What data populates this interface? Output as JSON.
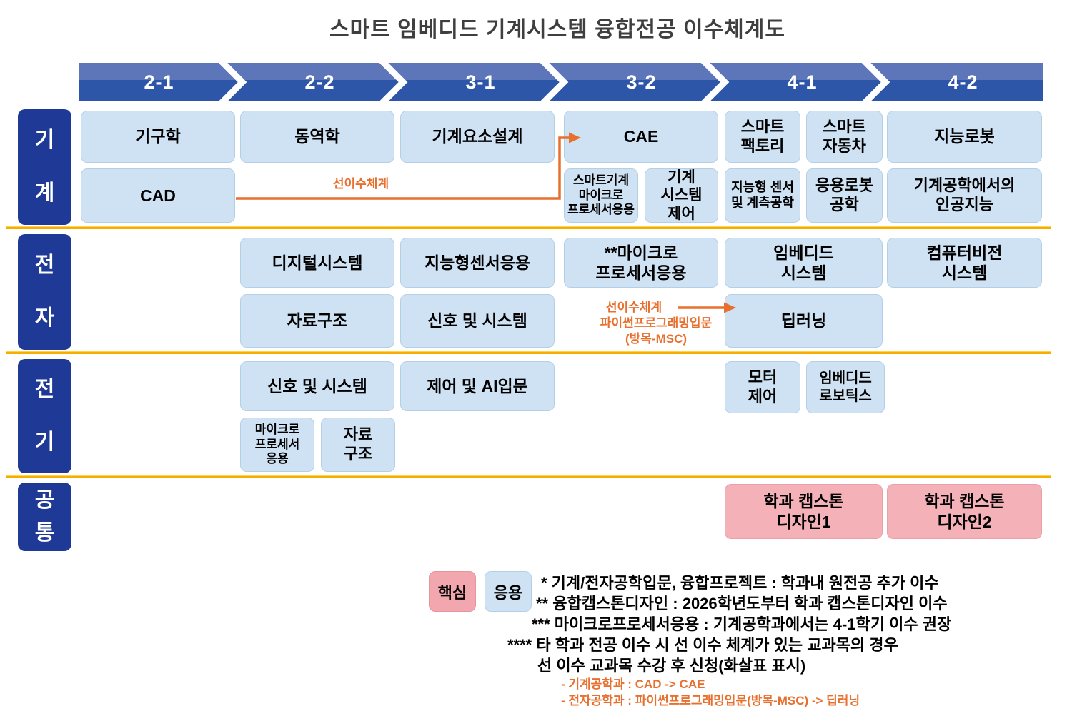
{
  "title": "스마트 임베디드 기계시스템 융합전공 이수체계도",
  "semesters": [
    "2-1",
    "2-2",
    "3-1",
    "3-2",
    "4-1",
    "4-2"
  ],
  "row_labels": {
    "mech": "기\n계",
    "elec": "전\n자",
    "elect": "전\n기",
    "common": "공\n통"
  },
  "courses": {
    "mech_row1": {
      "kinematics": "기구학",
      "dynamics": "동역학",
      "machine_element_design": "기계요소설계",
      "cae": "CAE",
      "smart_factory": "스마트\n팩토리",
      "smart_car": "스마트\n자동차",
      "intelligent_robot": "지능로봇"
    },
    "mech_row2": {
      "cad": "CAD",
      "smart_machine_micro": "스마트기계\n마이크로\n프로세서응용",
      "machine_system_control": "기계\n시스템\n제어",
      "intelligent_sensor_metrology": "지능형 센서\n및 계측공학",
      "applied_robotics": "응용로봇\n공학",
      "ai_in_mech": "기계공학에서의\n인공지능"
    },
    "elec_row1": {
      "digital_system": "디지털시스템",
      "intelligent_sensor_app": "지능형센서응용",
      "microprocessor_app": "**마이크로\n프로세서응용",
      "embedded_system": "임베디드\n시스템",
      "computer_vision": "컴퓨터비전\n시스템"
    },
    "elec_row2": {
      "data_structure": "자료구조",
      "signals_systems": "신호 및 시스템",
      "deep_learning": "딥러닝"
    },
    "elect_row1": {
      "signals_systems": "신호 및 시스템",
      "control_ai_intro": "제어 및 AI입문",
      "motor_control": "모터\n제어",
      "embedded_robotics": "임베디드\n로보틱스"
    },
    "elect_row2": {
      "microprocessor_app": "마이크로\n프로세서\n응용",
      "data_structure": "자료\n구조"
    },
    "common": {
      "capstone1": "학과 캡스톤\n디자인1",
      "capstone2": "학과 캡스톤\n디자인2"
    }
  },
  "prereq": {
    "mech_label": "선이수체계",
    "elec_label_line1": "선이수체계",
    "elec_label_lines23": "파이썬프로그래밍입문\n(방목-MSC)"
  },
  "legend": {
    "core": "핵심",
    "applied": "응용"
  },
  "footnotes": {
    "line1": "* 기계/전자공학입문, 융합프로젝트 : 학과내 원전공 추가 이수",
    "line2": "** 융합캡스톤디자인 : 2026학년도부터 학과 캡스톤디자인 이수",
    "line3": "*** 마이크로프로세서응용 : 기계공학과에서는 4-1학기 이수 권장",
    "line4": "**** 타 학과 전공 이수 시 선 이수 체계가 있는 교과목의 경우",
    "line5": "선 이수 교과목 수강 후 신청(화살표 표시)",
    "orange1": "- 기계공학과 : CAD -> CAE",
    "orange2": "- 전자공학과 : 파이썬프로그래밍입문(방목-MSC) -> 딥러닝"
  },
  "colors": {
    "header_top": "#5d76b9",
    "header_bottom": "#2d56a8",
    "row_label_bg": "#1e3a96",
    "course_box_bg": "#cfe2f4",
    "capstone_bg": "#f4b1b8",
    "legend_core_bg": "#f2a6ad",
    "prereq_orange": "#e8702e",
    "divider_gold": "#f7ae00",
    "title_color": "#3f3f3f"
  }
}
